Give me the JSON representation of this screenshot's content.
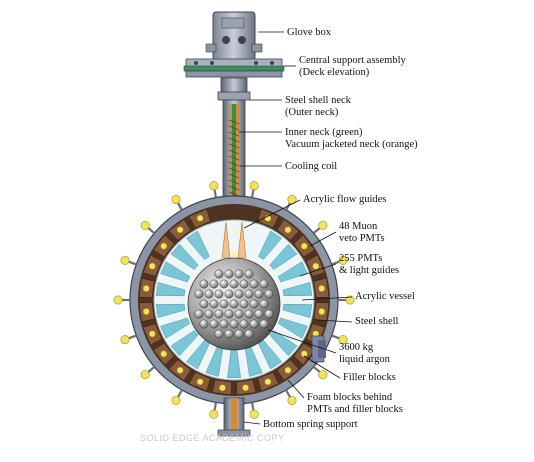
{
  "labels": {
    "glove_box": "Glove box",
    "central_support_1": "Central support assembly",
    "central_support_2": "(Deck elevation)",
    "steel_neck_1": "Steel shell neck",
    "steel_neck_2": "(Outer neck)",
    "inner_neck_1": "Inner neck (green)",
    "inner_neck_2": "Vacuum jacketed neck (orange)",
    "cooling_coil": "Cooling coil",
    "flow_guides": "Acrylic flow guides",
    "muon_1": "48 Muon",
    "muon_2": "veto PMTs",
    "pmts_1": "255 PMTs",
    "pmts_2": "& light guides",
    "acrylic_vessel": "Acrylic vessel",
    "steel_shell": "Steel shell",
    "argon_1": "3600 kg",
    "argon_2": "liquid argon",
    "filler_blocks": "Filler blocks",
    "foam_1": "Foam blocks behind",
    "foam_2": "PMTs and filler blocks",
    "bottom_support": "Bottom spring support"
  },
  "watermark": "SOLID EDGE ACADEMIC COPY",
  "colors": {
    "steel": "#8c95a6",
    "copper": "#8a5a3c",
    "acrylic": "#d9eef2",
    "light_guide": "#6ec1d3",
    "pmt_yellow": "#f2e35a",
    "inner_neck": "#2f8f4f",
    "vac_neck": "#d98a2c",
    "deck_green": "#3c8f5c"
  }
}
